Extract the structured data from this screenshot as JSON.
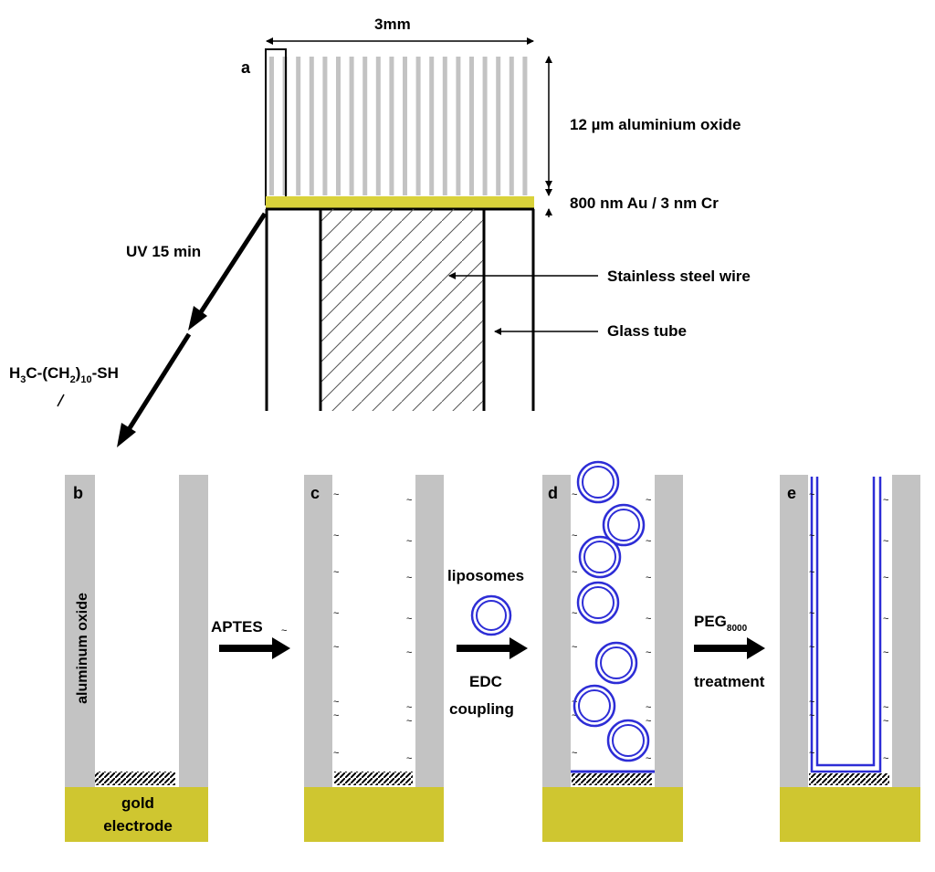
{
  "panel_a": {
    "letter": "a",
    "width_label": "3mm",
    "oxide_label": "12 µm aluminium oxide",
    "gold_label": "800 nm Au / 3 nm Cr",
    "wire_label": "Stainless steel wire",
    "tube_label": "Glass tube"
  },
  "process": {
    "uv_label": "UV 15 min",
    "thiol_prefix": "H",
    "thiol_sub1": "3",
    "thiol_mid": "C-(CH",
    "thiol_sub2": "2",
    "thiol_close": ")",
    "thiol_sub3": "10",
    "thiol_suffix": "-SH",
    "squiggle": "~"
  },
  "panels": {
    "b_letter": "b",
    "c_letter": "c",
    "d_letter": "d",
    "e_letter": "e",
    "oxide_vertical_label": "aluminum oxide",
    "gold_line1": "gold",
    "gold_line2": "electrode"
  },
  "steps": {
    "aptes_label": "APTES",
    "liposomes_label": "liposomes",
    "edc_label": "EDC",
    "coupling_label": "coupling",
    "peg_label": "PEG",
    "peg_sub": "8000",
    "treatment_label": "treatment"
  },
  "colors": {
    "oxide_gray": "#c3c3c3",
    "gold": "#c9c12a",
    "gold_dark": "#a9a01a",
    "liposome_blue": "#2d2dd6"
  }
}
